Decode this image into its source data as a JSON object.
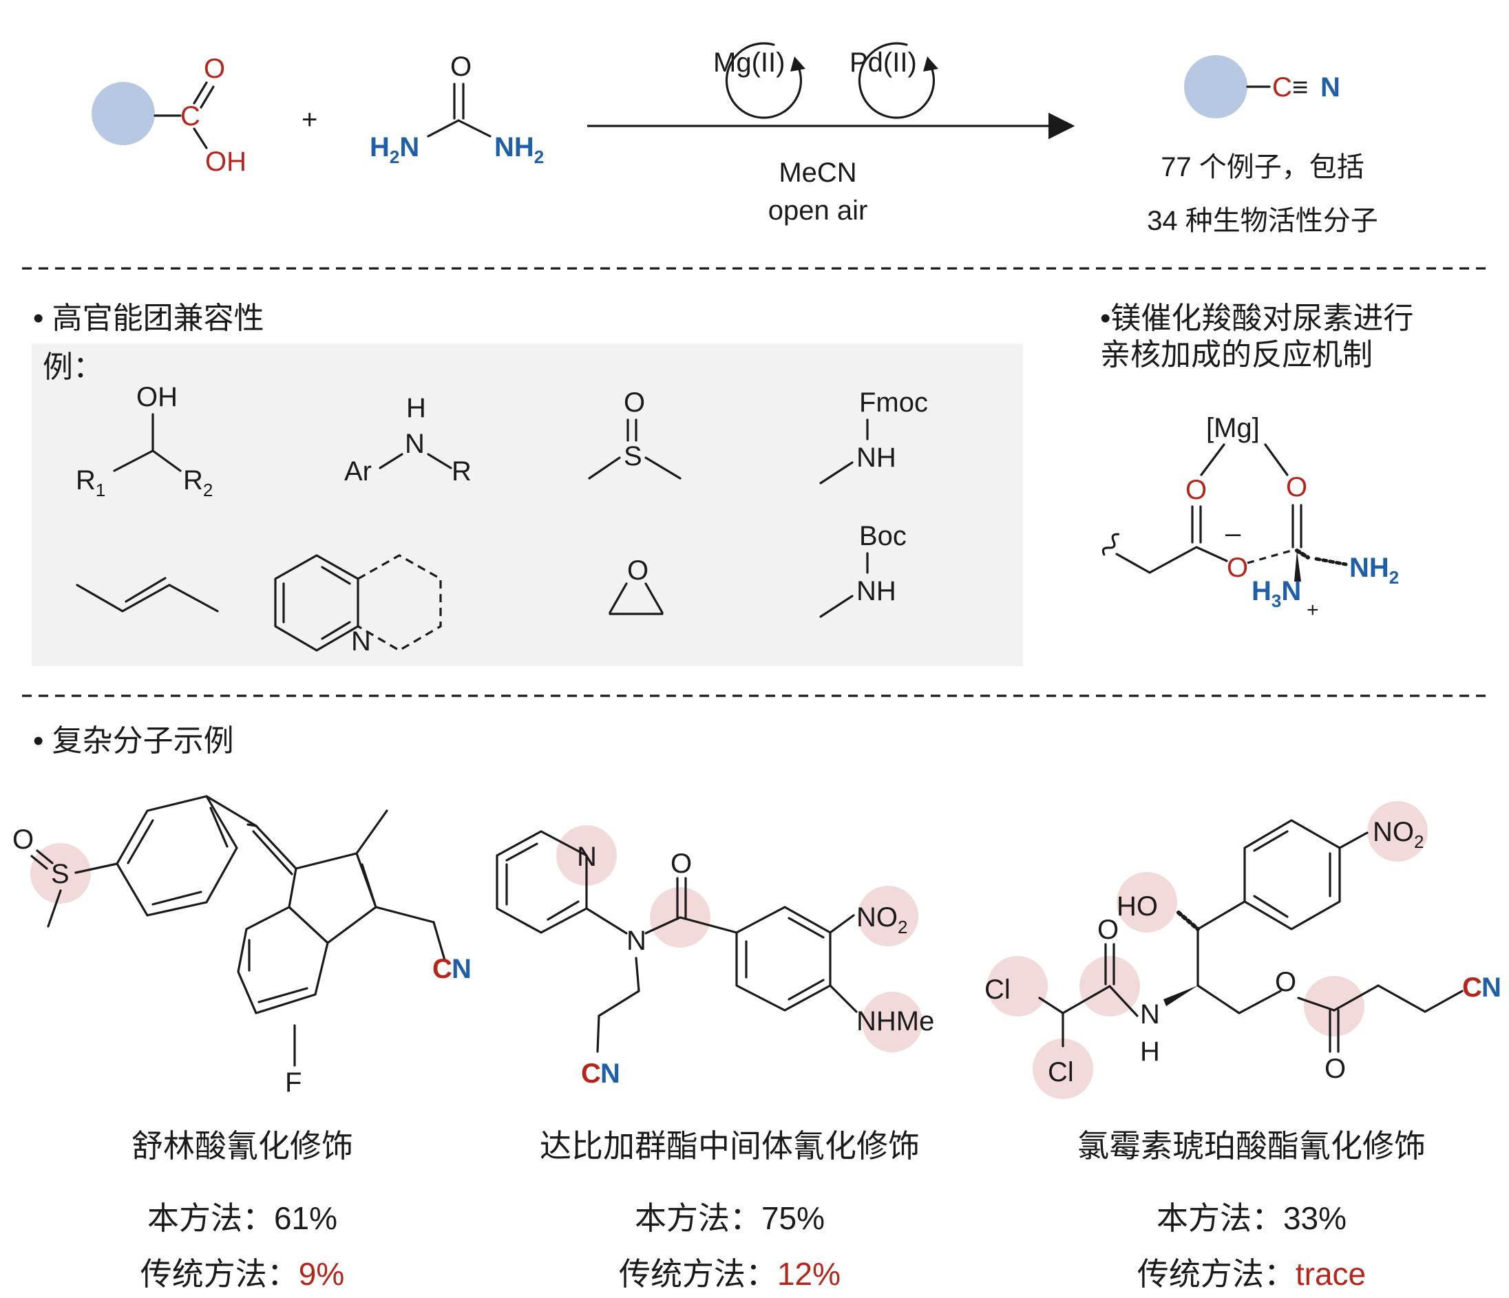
{
  "reaction": {
    "cat1": "Mg(II)",
    "cat2": "Pd(II)",
    "plus": "+",
    "acid_o_top": "O",
    "acid_c": "C",
    "acid_oh": "OH",
    "urea_o": "O",
    "urea_h2n": "H",
    "urea_h2n_sub": "2",
    "urea_h2n_n": "N",
    "urea_nh2_n": "NH",
    "urea_nh2_sub": "2",
    "solvent": "MeCN",
    "condition": "open air",
    "product_c": "C",
    "product_triple": "≡",
    "product_n": "N",
    "scope_line1": "77 个例子，包括",
    "scope_line2": "34 种生物活性分子"
  },
  "section_fg": {
    "heading": "• 高官能团兼容性",
    "example_label": "例：",
    "oh": "OH",
    "r1": "R",
    "r1_sub": "1",
    "r2": "R",
    "r2_sub": "2",
    "h": "H",
    "n": "N",
    "ar": "Ar",
    "r": "R",
    "o_sulf": "O",
    "s": "S",
    "fmoc": "Fmoc",
    "nh1": "NH",
    "boc": "Boc",
    "nh2": "NH",
    "quin_n": "N",
    "epox_o": "O"
  },
  "section_mech": {
    "heading_line1": "•镁催化羧酸对尿素进行",
    "heading_line2": "亲核加成的反应机制",
    "mg": "[Mg]",
    "o1": "O",
    "o2": "O",
    "o3": "O",
    "minus": "–",
    "nh2": "NH",
    "nh2_sub": "2",
    "h3n": "H",
    "h3n_sub": "3",
    "h3n_n": "N",
    "plus": "+"
  },
  "section_complex": {
    "heading": "• 复杂分子示例",
    "m1": {
      "o": "O",
      "s": "S",
      "f": "F",
      "cn_c": "C",
      "cn_n": "N",
      "name": "舒林酸氰化修饰",
      "this_label": "本方法：",
      "this_yield": "61%",
      "trad_label": "传统方法：",
      "trad_yield": "9%"
    },
    "m2": {
      "n_py": "N",
      "o": "O",
      "n_am": "N",
      "no2": "NO",
      "no2_sub": "2",
      "nhme": "NHMe",
      "cn_c": "C",
      "cn_n": "N",
      "name": "达比加群酯中间体氰化修饰",
      "this_label": "本方法：",
      "this_yield": "75%",
      "trad_label": "传统方法：",
      "trad_yield": "12%"
    },
    "m3": {
      "no2": "NO",
      "no2_sub": "2",
      "ho": "HO",
      "cl1": "Cl",
      "cl2": "Cl",
      "o_am": "O",
      "n": "N",
      "h": "H",
      "o_est": "O",
      "o_carb": "O",
      "cn_c": "C",
      "cn_n": "N",
      "name": "氯霉素琥珀酸酯氰化修饰",
      "this_label": "本方法：",
      "this_yield": "33%",
      "trad_label": "传统方法：",
      "trad_yield": "trace"
    }
  },
  "colors": {
    "red": "#b5251b",
    "blue": "#1f5fa8",
    "circle_blue": "#b7c8e2",
    "highlight": "#f2d6d6",
    "panel_gray": "#f2f2f2"
  }
}
